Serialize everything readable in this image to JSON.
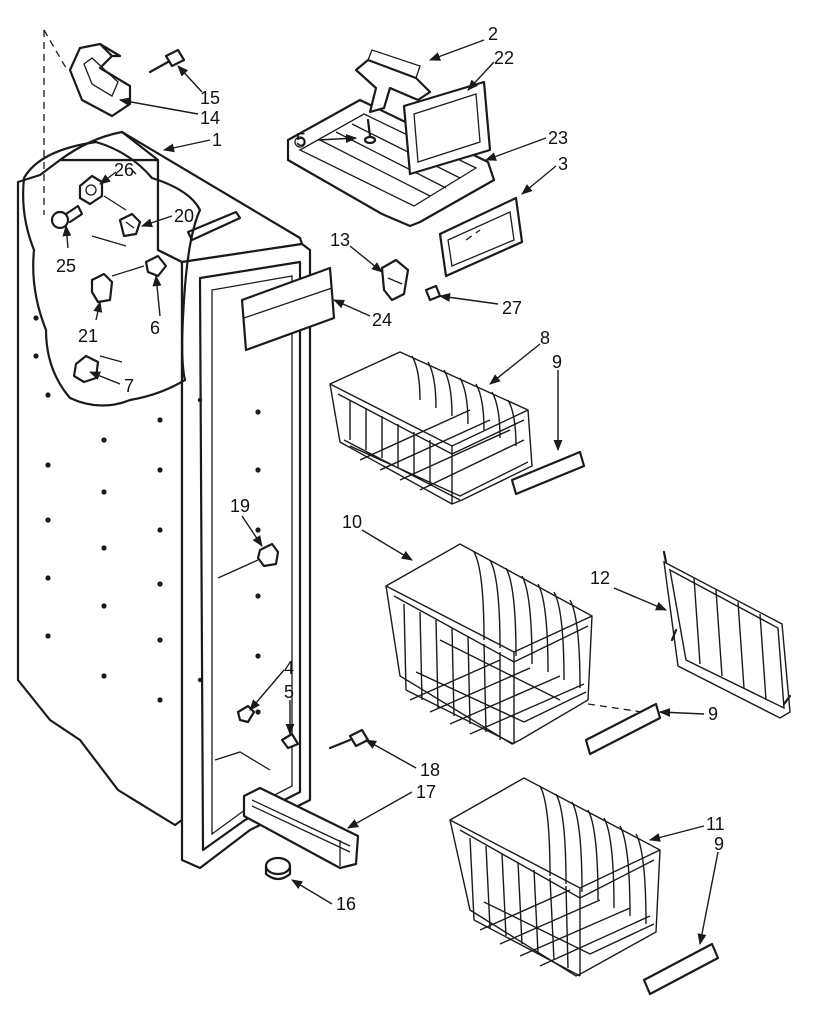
{
  "callouts": [
    {
      "id": "c2",
      "text": "2"
    },
    {
      "id": "c22",
      "text": "22"
    },
    {
      "id": "c15",
      "text": "15"
    },
    {
      "id": "c14",
      "text": "14"
    },
    {
      "id": "c1",
      "text": "1"
    },
    {
      "id": "c5a",
      "text": "5"
    },
    {
      "id": "c23",
      "text": "23"
    },
    {
      "id": "c3",
      "text": "3"
    },
    {
      "id": "c26",
      "text": "26"
    },
    {
      "id": "c20",
      "text": "20"
    },
    {
      "id": "c25",
      "text": "25"
    },
    {
      "id": "c13",
      "text": "13"
    },
    {
      "id": "c27",
      "text": "27"
    },
    {
      "id": "c24",
      "text": "24"
    },
    {
      "id": "c21",
      "text": "21"
    },
    {
      "id": "c6",
      "text": "6"
    },
    {
      "id": "c7",
      "text": "7"
    },
    {
      "id": "c8",
      "text": "8"
    },
    {
      "id": "c9a",
      "text": "9"
    },
    {
      "id": "c19",
      "text": "19"
    },
    {
      "id": "c10",
      "text": "10"
    },
    {
      "id": "c12",
      "text": "12"
    },
    {
      "id": "c4",
      "text": "4"
    },
    {
      "id": "c5b",
      "text": "5"
    },
    {
      "id": "c9b",
      "text": "9"
    },
    {
      "id": "c18",
      "text": "18"
    },
    {
      "id": "c17",
      "text": "17"
    },
    {
      "id": "c11",
      "text": "11"
    },
    {
      "id": "c9c",
      "text": "9"
    },
    {
      "id": "c16",
      "text": "16"
    }
  ]
}
